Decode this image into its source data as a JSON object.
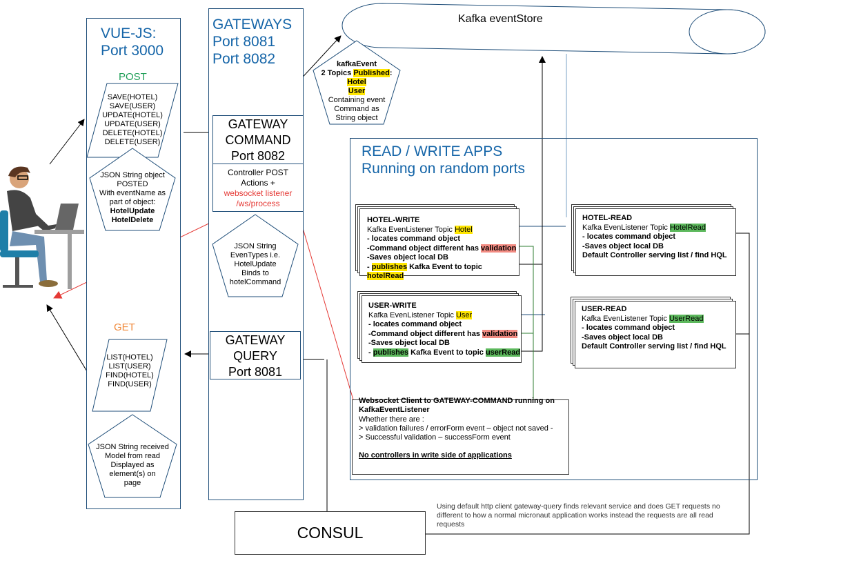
{
  "vue": {
    "title_line1": "VUE-JS:",
    "title_line2": "Port 3000"
  },
  "post": {
    "label": "POST",
    "items": [
      "SAVE(HOTEL)",
      "SAVE(USER)",
      "UPDATE(HOTEL)",
      "UPDATE(USER)",
      "DELETE(HOTEL)",
      "DELETE(USER)"
    ],
    "pentagon_lines": [
      "JSON String object",
      "POSTED",
      "With eventName as",
      "part of object:"
    ],
    "pentagon_bold": [
      "HotelUpdate",
      "HotelDelete"
    ]
  },
  "get": {
    "label": "GET",
    "items": [
      "LIST(HOTEL)",
      "LIST(USER)",
      "FIND(HOTEL)",
      "FIND(USER)"
    ],
    "pentagon_lines": [
      "JSON String received",
      "Model from read",
      "Displayed as",
      "element(s) on",
      "page"
    ]
  },
  "gateways": {
    "title_line1": "GATEWAYS",
    "title_line2": "Port 8081",
    "title_line3": "Port 8082"
  },
  "gateway_command": {
    "line1": "GATEWAY",
    "line2": "COMMAND",
    "line3": "Port 8082",
    "controller_line1": "Controller POST",
    "controller_line2": "Actions +",
    "ws_line1": "websocket listener",
    "ws_line2": "/ws/process"
  },
  "gateway_pentagon": [
    "JSON String",
    "EvenTypes i.e.",
    "HotelUpdate",
    "Binds to",
    "hotelCommand"
  ],
  "gateway_query": {
    "line1": "GATEWAY",
    "line2": "QUERY",
    "line3": "Port 8081"
  },
  "kafka": {
    "title": "Kafka eventStore",
    "pentagon_title": "kafkaEvent",
    "pentagon_topics_pre": "2 Topics ",
    "pentagon_published": "Published",
    "pentagon_colon": ":",
    "pentagon_hotel": "Hotel",
    "pentagon_user": "User",
    "pentagon_lines": [
      "Containing event",
      "Command as",
      "String object"
    ]
  },
  "rw": {
    "title_line1": "READ / WRITE APPS",
    "title_line2": "Running on random ports"
  },
  "hotel_write": {
    "title": "HOTEL-WRITE",
    "topic_pre": "Kafka EvenListener Topic ",
    "topic": "Hotel",
    "line1": "- locates command object",
    "line2_pre": "-Command object different has ",
    "line2_hl": "validation",
    "line3": "-Saves object local DB",
    "line4_dash": "- ",
    "line4_hl": "publishes",
    "line4_mid": " Kafka Event to topic ",
    "line4_topic": "hotelRead"
  },
  "user_write": {
    "title": "USER-WRITE",
    "topic_pre": "Kafka EvenListener Topic ",
    "topic": "User",
    "line1": "- locates command object",
    "line2_pre": "-Command object different has ",
    "line2_hl": "validation",
    "line3": "-Saves object local DB",
    "line4_dash": "- ",
    "line4_hl": "publishes",
    "line4_mid": " Kafka Event to topic ",
    "line4_topic": "userRead"
  },
  "hotel_read": {
    "title": "HOTEL-READ",
    "topic_pre": "Kafka EvenListener Topic ",
    "topic": "HotelRead",
    "line1": "- locates command object",
    "line2": "-Saves object local DB",
    "line3": "Default Controller serving list / find HQL"
  },
  "user_read": {
    "title": "USER-READ",
    "topic_pre": "Kafka EvenListener Topic ",
    "topic": "UserRead",
    "line1": "- locates command object",
    "line2": "-Saves object local DB",
    "line3": "Default Controller serving list / find HQL"
  },
  "websocket_client": {
    "title_line1": "Websocket Client to GATEWAY-COMMAND running on",
    "title_line2": "KafkaEventListener",
    "line1": "Whether there are :",
    "line2": "> validation failures / errorForm event – object not saved -",
    "line3": "> Successful validation – successForm event",
    "footer": "No controllers in write side of applications"
  },
  "consul": {
    "label": "CONSUL",
    "note": "Using default http client gateway-query finds relevant service and does GET requests no different to how a normal micronaut application works instead the requests are all read requests"
  },
  "colors": {
    "border_blue": "#1f4e79",
    "title_blue": "#1565a8",
    "post_green": "#1e9e57",
    "get_orange": "#f08a3c",
    "arrow_red": "#e53935",
    "highlight_yellow": "#ffe600",
    "highlight_green": "#5cb85c",
    "highlight_red": "#f28b82"
  }
}
